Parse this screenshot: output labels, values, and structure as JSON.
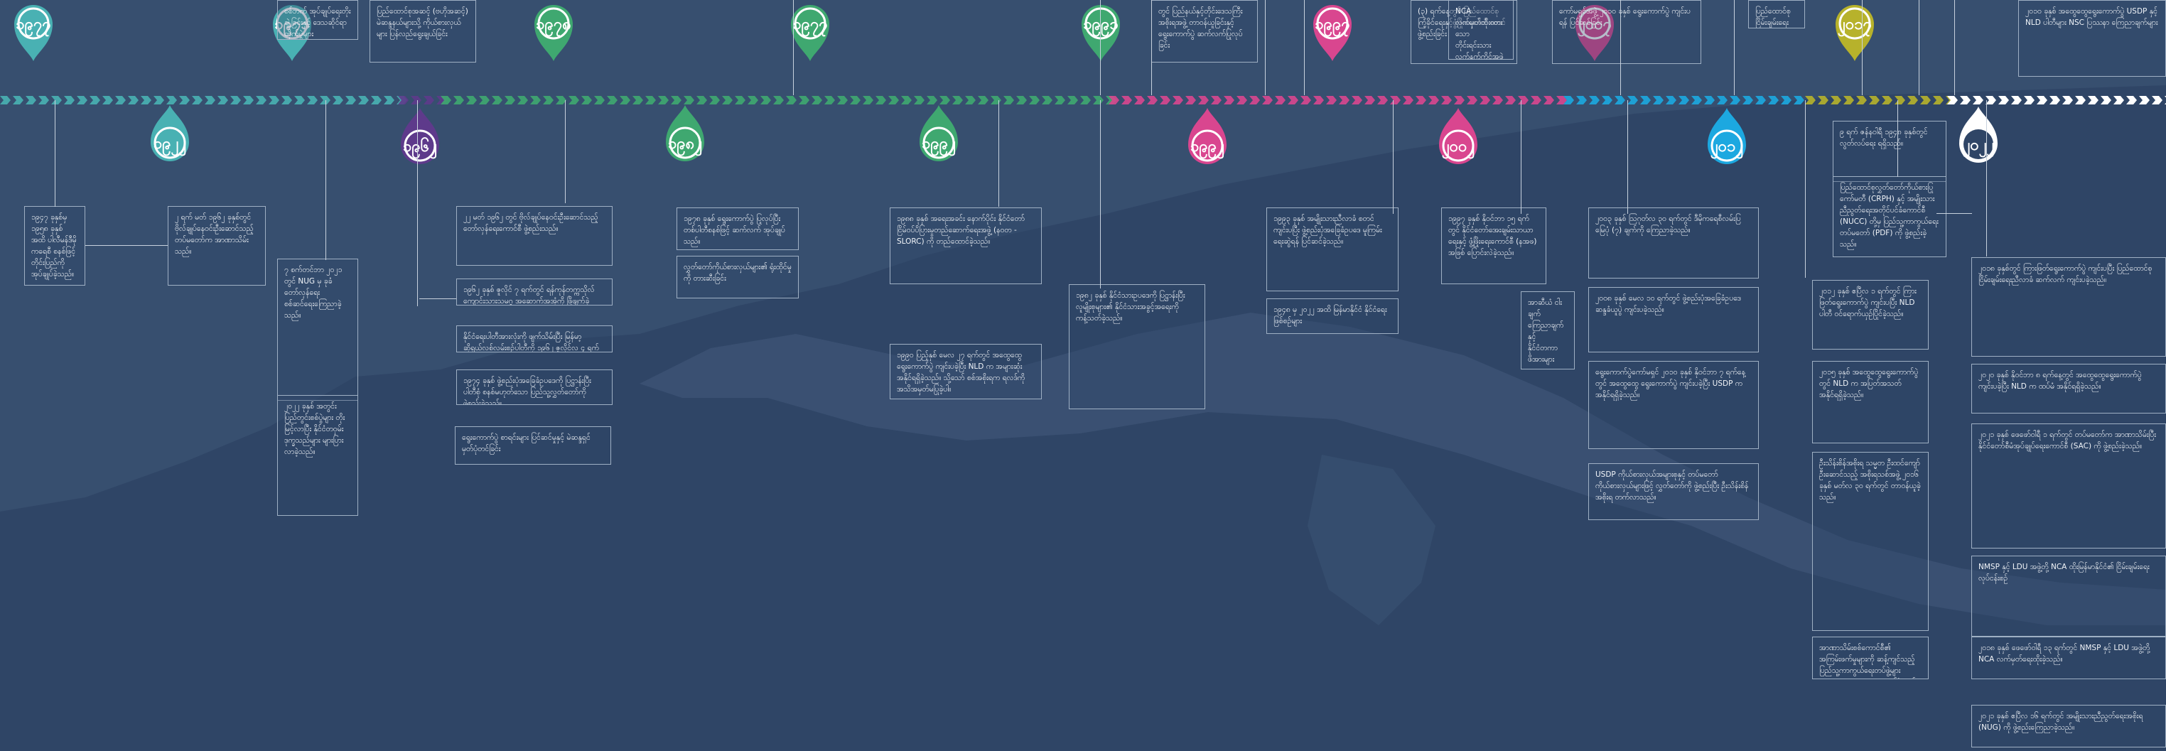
{
  "colors": {
    "background": "#2f4566",
    "land": "#3d5474",
    "teal": "#49b1b3",
    "green": "#3fa870",
    "purple": "#5e3a8b",
    "magenta": "#d9468f",
    "blue": "#1ca8e0",
    "olive": "#b7b22b",
    "white": "#ffffff",
    "connector": "#c8d2de"
  },
  "timeline": {
    "pins": [
      {
        "label": "၁၉၇၇",
        "color": "teal"
      },
      {
        "label": "၁၉၂၂",
        "color": "teal"
      },
      {
        "label": "၁၉၇၁",
        "color": "teal"
      },
      {
        "label": "၁၉၆၂",
        "color": "purple"
      },
      {
        "label": "၁၉၇၈",
        "color": "green"
      },
      {
        "label": "၁၉၈၂",
        "color": "green"
      },
      {
        "label": "၁၉၇၇",
        "color": "green"
      },
      {
        "label": "၁၉၉၂",
        "color": "green"
      },
      {
        "label": "၁၉၉၁",
        "color": "green"
      },
      {
        "label": "၁၉၉၂",
        "color": "magenta"
      },
      {
        "label": "၁၉၉၇",
        "color": "magenta"
      },
      {
        "label": "၂၀၀၂",
        "color": "magenta"
      },
      {
        "label": "၂၀၀၇",
        "color": "magenta"
      },
      {
        "label": "၂၀၁၂",
        "color": "blue"
      },
      {
        "label": "၂၀၁၇",
        "color": "olive"
      },
      {
        "label": "၂၀၂၂",
        "color": "white"
      }
    ],
    "notes": [
      "ပြည်ထောင်စုအဆင့် (ဗဟိုအဆင့်) မဲဆန္ဒနယ်များသို့ ကိုယ်စားလှယ်များ ပြန်လည်ရွေးချယ်ခြင်း",
      "တွင် ပြည်နယ်နှင့်တိုင်းဒေသကြီး အစိုးရအဖွဲ့ တာဝန်ယူခြင်းနှင့် ရွေးကောက်ပွဲ ဆက်လက်ပြုလုပ်ခြင်း",
      "(၃) ရက်နေ့တွင် ပြည်ထောင်စုကြံ့ခိုင်ရေးနှင့်ဖွံ့ဖြိုးရေးပါတီ စတင်ဖွဲ့စည်းခြင်း",
      "ကော်မရှင်အဖွဲ့ ၂၀၁၀ ခုနှစ် ရွေးကောက်ပွဲ ကျင်းပရန် ပြင်ဆင်ခြင်း",
      "၂၀၁၀ ခုနှစ် အထွေထွေရွေးကောက်ပွဲ USDP နှင့် NLD ပါတီများ NSC ပြဿနာ ကြေညာချက်များ",
      "၉ ရက် ဇန်နဝါရီ ၁၉၄၈ ခုနှစ်တွင် လွတ်လပ်ရေး ရရှိသည်။",
      "၁၉၄၇ ခုနှစ်မှ ၁၉၅၈ ခုနှစ် အထိ ပါလီမန်ဒီမိုကရေစီ စနစ်ဖြင့် တိုင်းပြည်ကို အုပ်ချုပ်ခဲ့သည်။",
      "၂ ရက် မတ် ၁၉၆၂ ခုနှစ်တွင် ဗိုလ်ချုပ်နေဝင်းဦးဆောင်သည့် တပ်မတော်က အာဏာသိမ်းသည်။",
      "၂၂ မတ် ၁၉၆၂ တွင် ဗိုလ်ချုပ်နေဝင်းဦးဆောင်သည့် တော်လှန်ရေးကောင်စီ ဖွဲ့စည်းသည်။",
      "၁၉၆၂ ခုနှစ် ဇူလိုင် ၇ ရက်တွင် ရန်ကုန်တက္ကသိုလ် ကျောင်းသားသမဂ္ဂ အဆောက်အအုံကို ဖြိုဖျက်ခဲ့သည်။",
      "နိုင်ငံရေးပါတီအားလုံးကို ဖျက်သိမ်းပြီး မြန်မာ့ဆိုရှယ်လစ်လမ်းစဉ်ပါတီကို ၁၉၆၂ ဇူလိုင်လ ၄ ရက်တွင် တည်ထောင်ခဲ့သည်။",
      "၁၉၇၄ ခုနှစ် ဖွဲ့စည်းပုံအခြေခံဥပဒေကို ပြဋ္ဌာန်းပြီး ပါတီစုံ စနစ်မဟုတ်သော ပြည်သူ့လွှတ်တော်ကို ဖွဲ့စည်းခဲ့သည်။",
      "၁၉၇၈ ခုနှစ် ရွေးကောက်ပွဲ ပြုလုပ်ပြီး တစ်ပါတီစနစ်ဖြင့် ဆက်လက် အုပ်ချုပ်သည်။",
      "၁၉၈၈ ခုနှစ် အရေးအခင်း နောက်ပိုင်း နိုင်ငံတော်ငြိမ်ဝပ်ပိပြားမှုတည်ဆောက်ရေးအဖွဲ့ (နဝတ - SLORC) ကို တည်ထောင်ခဲ့သည်။",
      "၁၉၈၂ ခုနှစ် နိုင်ငံသားဥပဒေကို ပြဋ္ဌာန်းပြီး လူမျိုးစုများ၏ နိုင်ငံသားအခွင့်အရေးကို ကန့်သတ်ခဲ့သည်။",
      "၁၉၉၀ ပြည့်နှစ် မေလ ၂၇ ရက်တွင် အထွေထွေ ရွေးကောက်ပွဲ ကျင်းပခဲ့ပြီး NLD က အများဆုံးအနိုင်ရရှိခဲ့သည်။ သို့သော် စစ်အစိုးရက ရလဒ်ကို အသိအမှတ်မပြုခဲ့ပါ။",
      "၁၉၉၃ ခုနှစ် အမျိုးသားညီလာခံ စတင်ကျင်းပပြီး ဖွဲ့စည်းပုံအခြေခံဥပဒေ မူကြမ်းရေးဆွဲရန် ပြင်ဆင်ခဲ့သည်။",
      "၁၉၉၇ ခုနှစ် နိုဝင်ဘာ ၁၅ ရက်တွင် နိုင်ငံတော်အေးချမ်းသာယာရေးနှင့် ဖွံ့ဖြိုးရေးကောင်စီ (နအဖ) အဖြစ် ပြောင်းလဲခဲ့သည်။",
      "၂၀၀၃ ခုနှစ် ဩဂုတ်လ ၃၀ ရက်တွင် ဒီမိုကရေစီလမ်းပြမြေပုံ (၇) ချက်ကို ကြေညာခဲ့သည်။",
      "၂၀၀၈ ခုနှစ် မေလ ၁၀ ရက်တွင် ဖွဲ့စည်းပုံအခြေခံဥပဒေ ဆန္ဒခံယူပွဲ ကျင်းပခဲ့သည်။",
      "ရွေးကောက်ပွဲကော်မရှင် ၂၀၁၀ ခုနှစ် နိုဝင်ဘာ ၇ ရက်နေ့တွင် အထွေထွေ ရွေးကောက်ပွဲ ကျင်းပခဲ့ပြီး USDP က အနိုင်ရရှိခဲ့သည်။",
      "USDP ကိုယ်စားလှယ်အများစုနှင့် တပ်မတော် ကိုယ်စားလှယ်များဖြင့် လွှတ်တော်ကို ဖွဲ့စည်းပြီး ဦးသိန်းစိန် အစိုးရ တက်လာသည်။",
      "၂၀၁၂ ခုနှစ် ဧပြီလ ၁ ရက်တွင် ကြားဖြတ်ရွေးကောက်ပွဲ ကျင်းပပြီး NLD ပါတီ ဝင်ရောက်ယှဉ်ပြိုင်ခဲ့သည်။",
      "၂၀၁၅ ခုနှစ် အထွေထွေရွေးကောက်ပွဲတွင် NLD က အပြတ်အသတ် အနိုင်ရရှိခဲ့သည်။",
      "ဦးသိန်းစိန်အစိုးရ သမ္မတ ဦးထင်ကျော်ဦးဆောင်သည့် အစိုးရသစ်အဖွဲ့ ၂၀၁၆ ခုနှစ် မတ်လ ၃၀ ရက်တွင် တာဝန်ယူခဲ့သည်။",
      "၂၀၁၈ ခုနှစ်တွင် ကြားဖြတ်ရွေးကောက်ပွဲ ကျင်းပပြီး ပြည်ထောင်စုငြိမ်းချမ်းရေးညီလာခံ ဆက်လက် ကျင်းပခဲ့သည်။",
      "၂၀၂၀ ခုနှစ် နိုဝင်ဘာ ၈ ရက်နေ့တွင် အထွေထွေရွေးကောက်ပွဲ ကျင်းပခဲ့ပြီး NLD က ထပ်မံ အနိုင်ရရှိခဲ့သည်။",
      "၂၀၂၁ ခုနှစ် ဖေဖော်ဝါရီ ၁ ရက်တွင် တပ်မတော်က အာဏာသိမ်းပြီး နိုင်ငံတော်စီမံအုပ်ချုပ်ရေးကောင်စီ (SAC) ကို ဖွဲ့စည်းခဲ့သည်။",
      "NMSP နှင့် LDU အဖွဲ့တို့ NCA ထိုးမြန်မာနိုင်ငံ၏ ငြိမ်းချမ်းရေးလုပ်ငန်းစဉ်",
      "၂၀၁၈ ခုနှစ် ဖေဖော်ဝါရီ ၁၃ ရက်တွင် NMSP နှင့် LDU အဖွဲ့တို့ NCA လက်မှတ်ရေးထိုးခဲ့သည်။",
      "၂၀၂၁ ခုနှစ် ဧပြီလ ၁၆ ရက်တွင် အမျိုးသားညီညွတ်ရေးအစိုးရ (NUG) ကို ဖွဲ့စည်းကြေညာခဲ့သည်။",
      "ပြည်ထောင်စုလွှတ်တော်ကိုယ်စားပြုကော်မတီ (CRPH) နှင့် အမျိုးသားညီညွတ်ရေးအတိုင်ပင်ခံကောင်စီ (NUCC) တို့မှ ပြည်သူ့ကာကွယ်ရေးတပ်မတော် (PDF) ကို ဖွဲ့စည်းခဲ့သည်။",
      "အာဏာသိမ်းစစ်ကောင်စီ၏ အကြမ်းဖက်မှုများကို ဆန့်ကျင်သည့် ပြည်သူ့ကာကွယ်ရေးတပ်ဖွဲ့များ (PDF/LDF) များ ထူထောင်ခဲ့သည်။",
      "၇ စက်တင်ဘာ ၂၀၂၁ တွင် NUG မှ ခုခံတော်လှန်ရေး စစ်ဆင်ရေးကြေညာခဲ့သည်။",
      "၂၀၂၂ ခုနှစ် အတွင်း ပြည်တွင်းစစ်ပွဲများ တိုးမြင့်လာပြီး နိုင်ငံတဝှမ်း ဒုက္ခသည်များ များပြားလာခဲ့သည်။",
      "NCA လက်မှတ်ထိုးထားသော တိုင်းရင်းသားလက်နက်ကိုင်အဖွဲ့များနှင့် စစ်ကောင်စီ ဆွေးနွေးပွဲများ",
      "အာဆီယံ ငါးချက်ကြေညာချက်နှင့် နိုင်ငံတကာ ဖိအားများ",
      "၁၉၄၈ မှ ၂၀၂၂ အထိ မြန်မာနိုင်ငံ နိုင်ငံရေးဖြစ်စဉ်များ",
      "လွှတ်တော်ကိုယ်စားလှယ်များ၏ ရုံးထိုင်မှုကို တားဆီးခြင်း",
      "စစ်ဘက် အုပ်ချုပ်ရေးတိုးချဲ့ခြင်းနှင့် ဒေသဆိုင်ရာ တိုက်ပွဲများ",
      "ပြည်ထောင်စုငြိမ်းချမ်းရေး ညီလာခံ - ၂၁ ရာစုပင်လုံ အစည်းအဝေး",
      "ရွေးကောက်ပွဲ စာရင်းများ ပြင်ဆင်မှုနှင့် မဲဆန္ဒရှင် မှတ်ပုံတင်ခြင်း"
    ]
  }
}
